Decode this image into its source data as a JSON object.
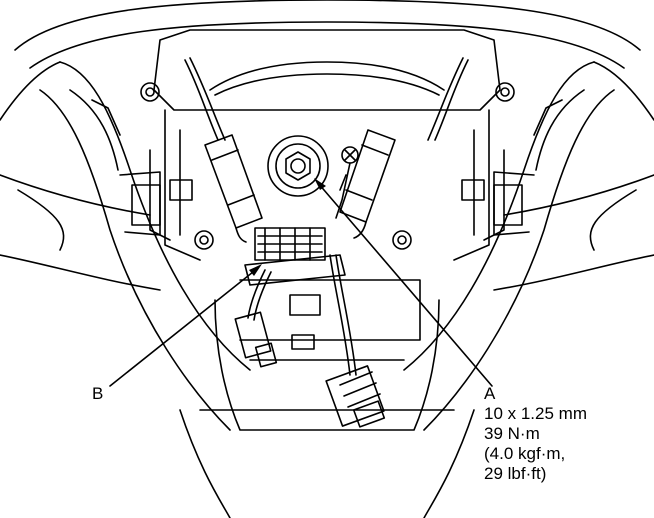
{
  "callouts": {
    "b": {
      "letter": "B"
    },
    "a": {
      "letter": "A",
      "spec_lines": [
        "10 x 1.25 mm",
        "39 N·m",
        "(4.0 kgf·m,",
        "29 lbf·ft)"
      ]
    }
  },
  "colors": {
    "ink": "#000000",
    "paper": "#ffffff"
  }
}
